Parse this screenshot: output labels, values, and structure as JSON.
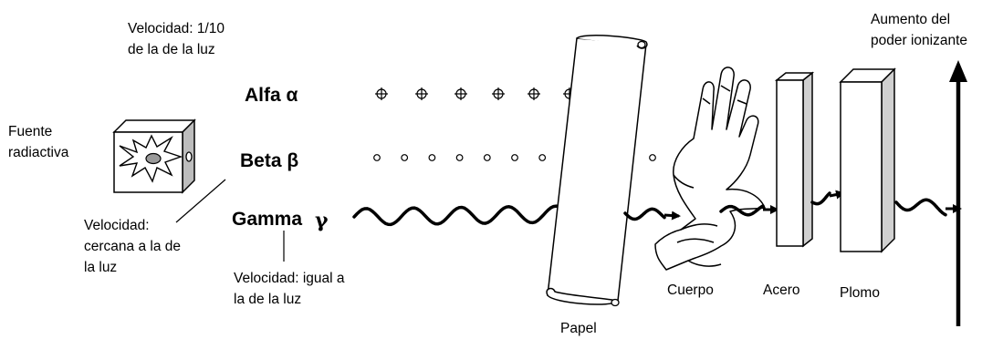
{
  "source": {
    "label_line1": "Fuente",
    "label_line2": "radiactiva"
  },
  "alpha": {
    "name": "Alfa α",
    "speed_line1": "Velocidad: 1/10",
    "speed_line2": "de la de la luz"
  },
  "beta": {
    "name": "Beta  β",
    "speed_line1": "Velocidad:",
    "speed_line2": "cercana a la de",
    "speed_line3": "la luz"
  },
  "gamma": {
    "name": "Gamma",
    "symbol": "γ",
    "speed_line1": "Velocidad: igual  a",
    "speed_line2": "la de la luz"
  },
  "barriers": {
    "paper": "Papel",
    "body": "Cuerpo",
    "steel": "Acero",
    "lead": "Plomo"
  },
  "ionizing_axis": {
    "line1": "Aumento del",
    "line2": "poder ionizante"
  },
  "colors": {
    "ink": "#000000",
    "background": "#ffffff",
    "slab_shadow": "#d0d0d0"
  }
}
